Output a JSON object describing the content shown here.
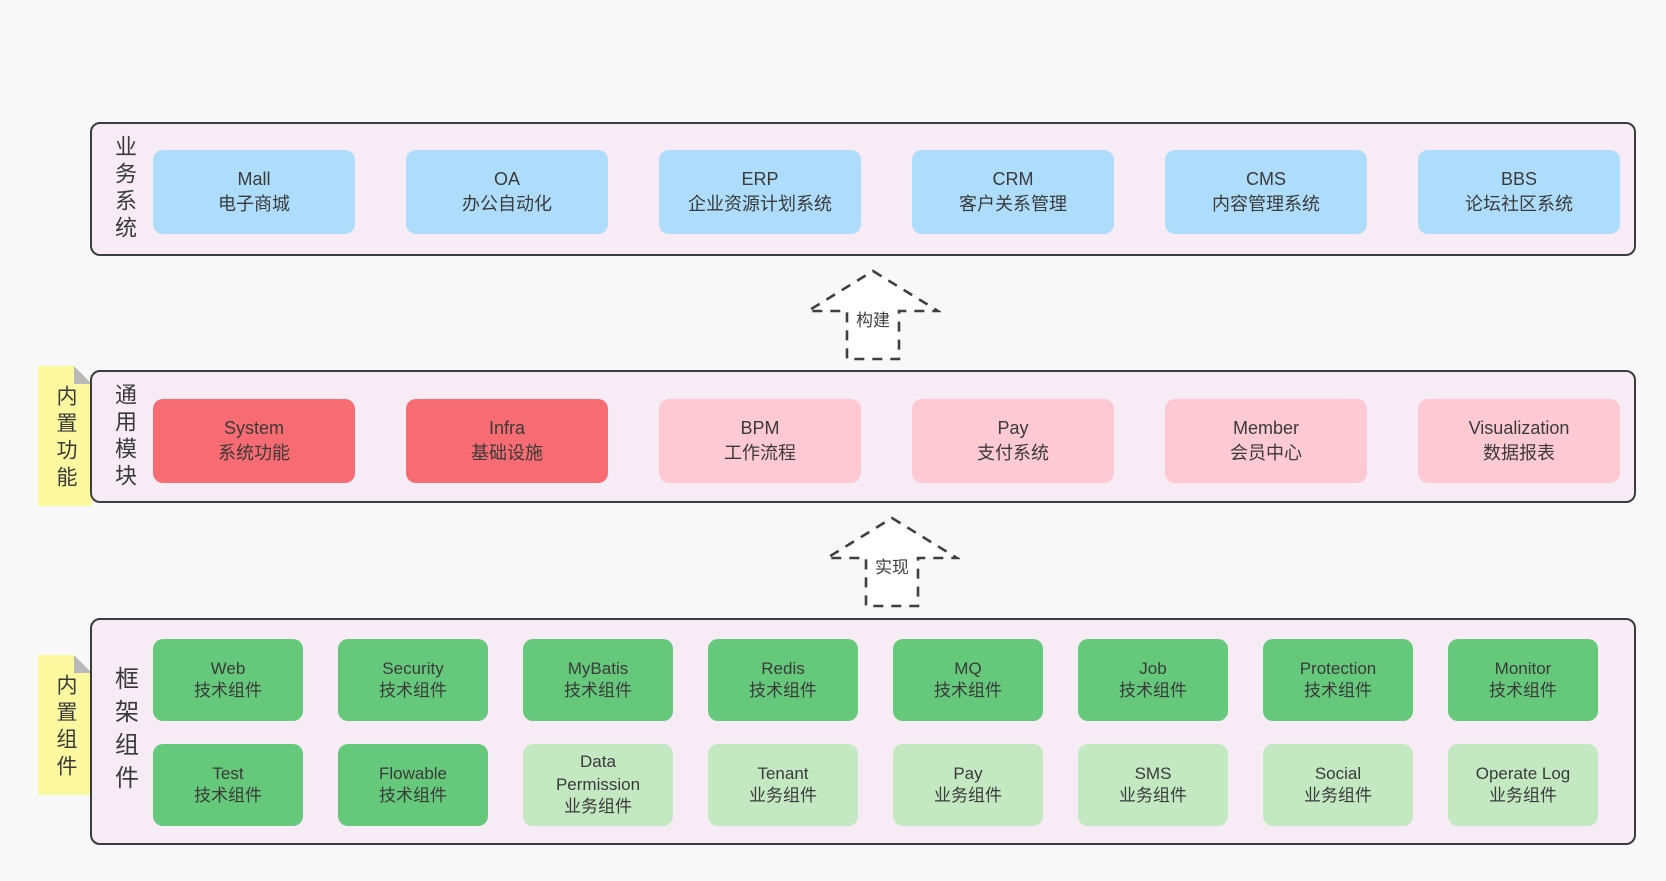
{
  "colors": {
    "page_background": "#f8f8f8",
    "band_background": "#f7ecf5",
    "band_border": "#3c3c3c",
    "business_box": "#aeddfb",
    "core_module_box": "#f76c72",
    "optional_module_box": "#fdc9d2",
    "tech_component_box": "#65c87b",
    "biz_component_box": "#c4e8c2",
    "sticky_note": "#fbf8a0",
    "note_fold": "#b9b9b9",
    "text": "#3a3a3a"
  },
  "notes": [
    {
      "text": "内置功能"
    },
    {
      "text": "内置组件"
    }
  ],
  "arrows": [
    {
      "label": "构建"
    },
    {
      "label": "实现"
    }
  ],
  "bands": [
    {
      "label": "业务系统",
      "boxes": [
        {
          "en": "Mall",
          "zh": "电子商城"
        },
        {
          "en": "OA",
          "zh": "办公自动化"
        },
        {
          "en": "ERP",
          "zh": "企业资源计划系统"
        },
        {
          "en": "CRM",
          "zh": "客户关系管理"
        },
        {
          "en": "CMS",
          "zh": "内容管理系统"
        },
        {
          "en": "BBS",
          "zh": "论坛社区系统"
        }
      ]
    },
    {
      "label": "通用模块",
      "boxes": [
        {
          "en": "System",
          "zh": "系统功能"
        },
        {
          "en": "Infra",
          "zh": "基础设施"
        },
        {
          "en": "BPM",
          "zh": "工作流程"
        },
        {
          "en": "Pay",
          "zh": "支付系统"
        },
        {
          "en": "Member",
          "zh": "会员中心"
        },
        {
          "en": "Visualization",
          "zh": "数据报表"
        }
      ]
    },
    {
      "label": "框架组件",
      "boxes": [
        {
          "en": "Web",
          "zh": "技术组件"
        },
        {
          "en": "Security",
          "zh": "技术组件"
        },
        {
          "en": "MyBatis",
          "zh": "技术组件"
        },
        {
          "en": "Redis",
          "zh": "技术组件"
        },
        {
          "en": "MQ",
          "zh": "技术组件"
        },
        {
          "en": "Job",
          "zh": "技术组件"
        },
        {
          "en": "Protection",
          "zh": "技术组件"
        },
        {
          "en": "Monitor",
          "zh": "技术组件"
        },
        {
          "en": "Test",
          "zh": "技术组件"
        },
        {
          "en": "Flowable",
          "zh": "技术组件"
        },
        {
          "en": "Data Permission",
          "zh": "业务组件"
        },
        {
          "en": "Tenant",
          "zh": "业务组件"
        },
        {
          "en": "Pay",
          "zh": "业务组件"
        },
        {
          "en": "SMS",
          "zh": "业务组件"
        },
        {
          "en": "Social",
          "zh": "业务组件"
        },
        {
          "en": "Operate Log",
          "zh": "业务组件"
        }
      ]
    }
  ]
}
